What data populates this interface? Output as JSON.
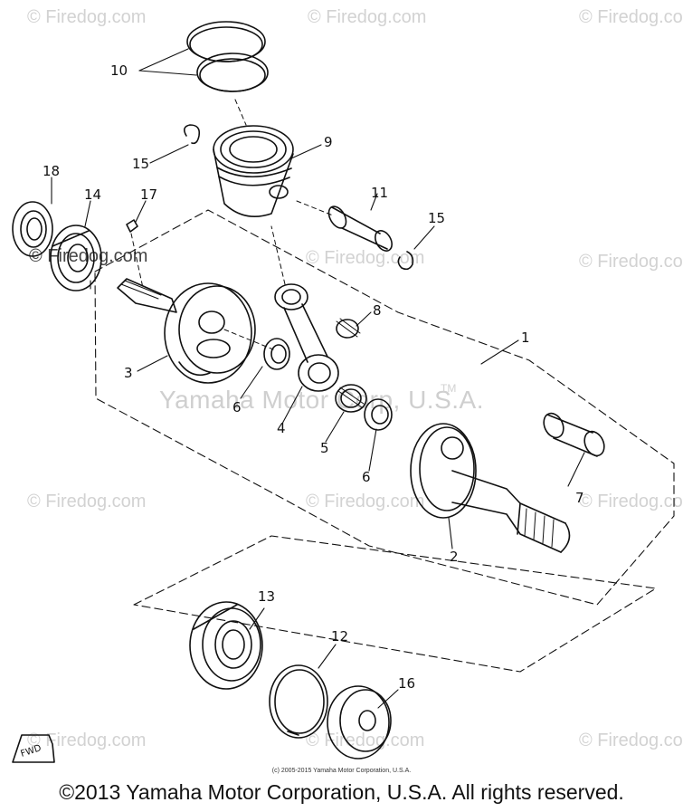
{
  "watermarks": {
    "brand": "© Firedog.com",
    "center": "Yamaha Motor Corp, U.S.A.",
    "trademark": "TM"
  },
  "part_labels": [
    "1",
    "2",
    "3",
    "4",
    "5",
    "6",
    "6",
    "7",
    "8",
    "9",
    "10",
    "11",
    "12",
    "13",
    "14",
    "15",
    "15",
    "16",
    "17",
    "18"
  ],
  "fwd_label": "FWD",
  "footer": {
    "small_copyright": "(c) 2005-2015 Yamaha Motor Corporation, U.S.A.",
    "copyright": "©2013 Yamaha Motor Corporation, U.S.A. All rights reserved."
  }
}
